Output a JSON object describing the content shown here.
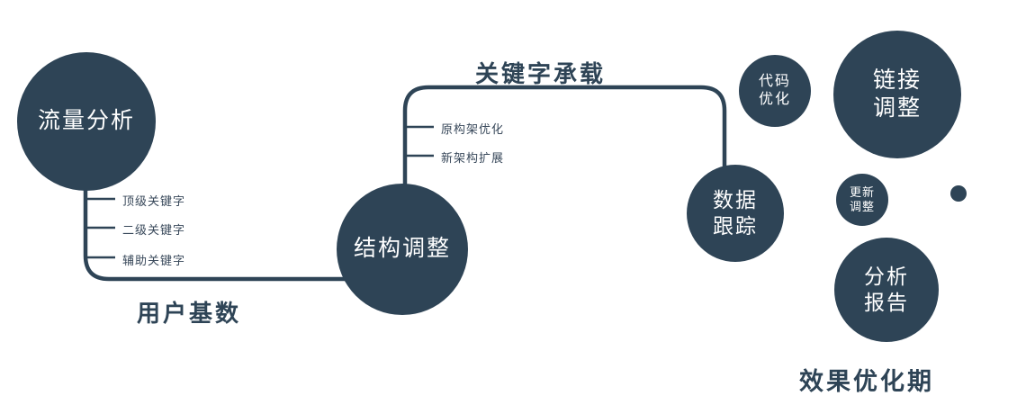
{
  "theme": {
    "node_color": "#2e4456",
    "line_color": "#2e4456",
    "label_color": "#2e4456",
    "node_text_color": "#ffffff",
    "background": "#ffffff"
  },
  "nodes": {
    "traffic_analysis": {
      "label": "流量分析"
    },
    "structure_adjustment": {
      "label": "结构调整"
    },
    "data_tracking": {
      "line1": "数据",
      "line2": "跟踪"
    },
    "code_optimization": {
      "line1": "代码",
      "line2": "优化"
    },
    "link_adjustment": {
      "line1": "链接",
      "line2": "调整"
    },
    "update_adjustment": {
      "line1": "更新",
      "line2": "调整"
    },
    "analysis_report": {
      "line1": "分析",
      "line2": "报告"
    }
  },
  "edge_labels": {
    "user_base": "用户基数",
    "keyword_bearing": "关键字承载"
  },
  "branch_labels": {
    "traffic": [
      "顶级关键字",
      "二级关键字",
      "辅助关键字"
    ],
    "structure": [
      "原构架优化",
      "新架构扩展"
    ]
  },
  "footer": {
    "phase_label": "效果优化期"
  }
}
